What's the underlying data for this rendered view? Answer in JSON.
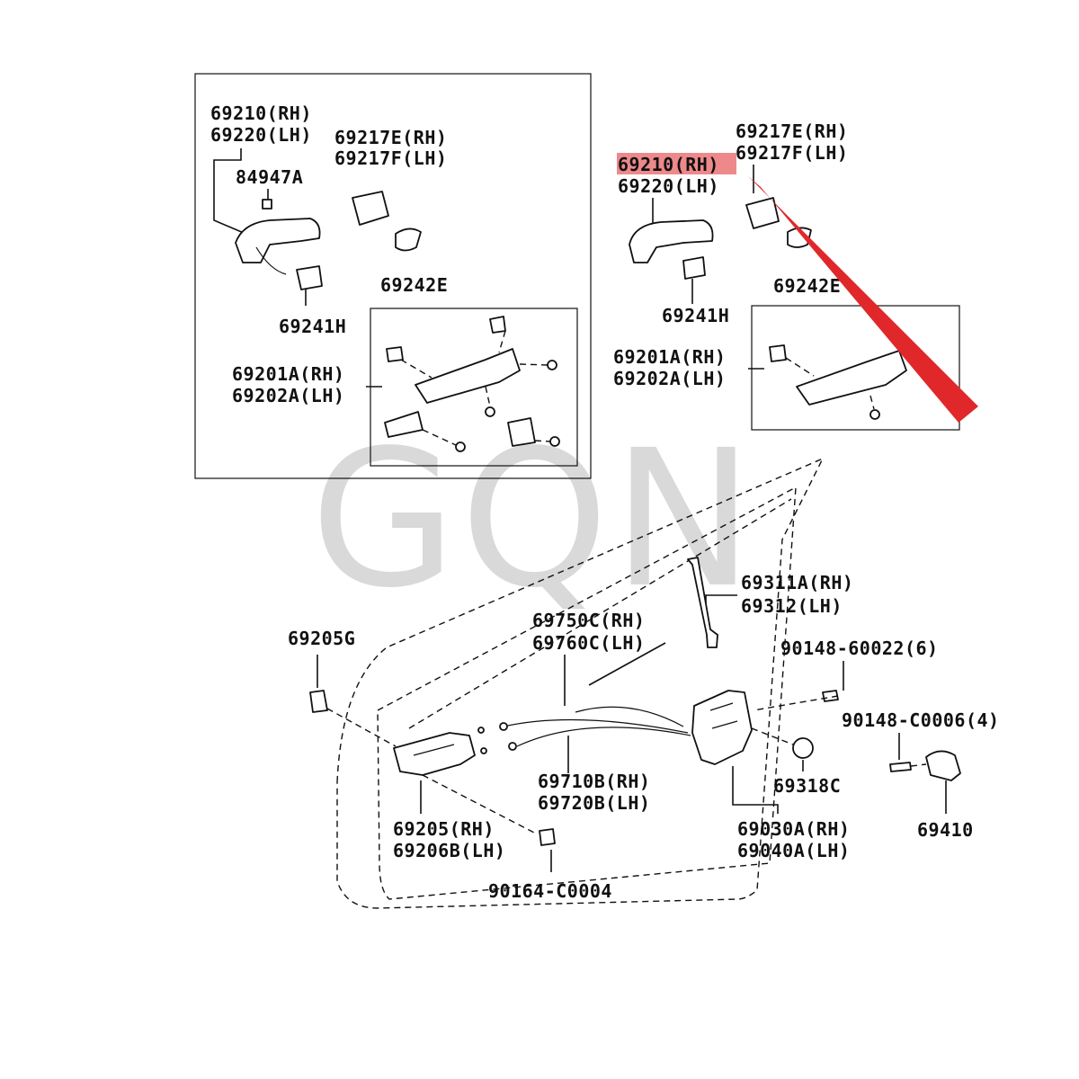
{
  "watermark": "GQN",
  "highlight_color": "#e0282b",
  "labels": {
    "inset_handle_rh": "69210(RH)",
    "inset_handle_lh": "69220(LH)",
    "inset_nut": "84947A",
    "inset_cover_rh": "69217E(RH)",
    "inset_cover_lh": "69217F(LH)",
    "inset_pad_e": "69242E",
    "inset_pad_h": "69241H",
    "inset_frame_rh": "69201A(RH)",
    "inset_frame_lh": "69202A(LH)",
    "handle_rh": "69210(RH)",
    "handle_lh": "69220(LH)",
    "cover_rh": "69217E(RH)",
    "cover_lh": "69217F(LH)",
    "pad_e": "69242E",
    "pad_h": "69241H",
    "frame_rh": "69201A(RH)",
    "frame_lh": "69202A(LH)",
    "rod_rh": "69311A(RH)",
    "rod_lh": "69312(LH)",
    "cable_upper_rh": "69750C(RH)",
    "cable_upper_lh": "69760C(LH)",
    "clip": "69205G",
    "screw_a": "90148-60022(6)",
    "screw_b": "90148-C0006(4)",
    "cable_lower_rh": "69710B(RH)",
    "cable_lower_lh": "69720B(LH)",
    "cap": "69318C",
    "inner_handle_rh": "69205(RH)",
    "inner_handle_lh": "69206B(LH)",
    "lock_rh": "69030A(RH)",
    "lock_lh": "69040A(LH)",
    "striker": "69410",
    "screw_c": "90164-C0004"
  }
}
